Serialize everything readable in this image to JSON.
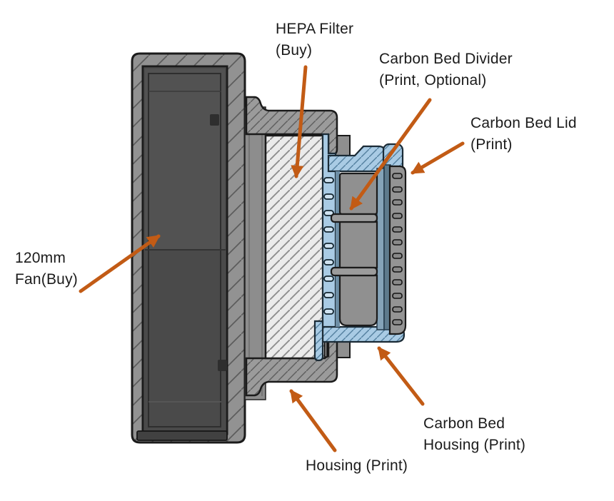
{
  "annotations": {
    "hepa_filter": {
      "line1": "HEPA Filter",
      "line2": "(Buy)"
    },
    "carbon_bed_divider": {
      "line1": "Carbon Bed Divider",
      "line2": "(Print, Optional)"
    },
    "carbon_bed_lid": {
      "line1": "Carbon Bed Lid",
      "line2": "(Print)"
    },
    "fan": {
      "line1": "120mm",
      "line2": "Fan(Buy)"
    },
    "housing": {
      "line1": "Housing (Print)"
    },
    "carbon_bed_housing": {
      "line1": "Carbon Bed",
      "line2": "Housing (Print)"
    }
  },
  "colors": {
    "background": "#ffffff",
    "annotation_arrow": "#C25B15",
    "label_text": "#1b1b1b",
    "housing_gray": "#9b9b9b",
    "housing_hatch_line": "#5f5f5f",
    "fan_frame_gray": "#929292",
    "fan_interior_dark": "#4a4a4a",
    "hepa_light": "#ebebeb",
    "hepa_hatch_line": "#8f8f8f",
    "carbon_bed_housing_blue": "#A9CBE4",
    "blue_hatch_line": "#54809f",
    "carbon_bed_gray": "#909090",
    "lid_gray": "#949494",
    "outline_dark": "#1b1b1b"
  }
}
